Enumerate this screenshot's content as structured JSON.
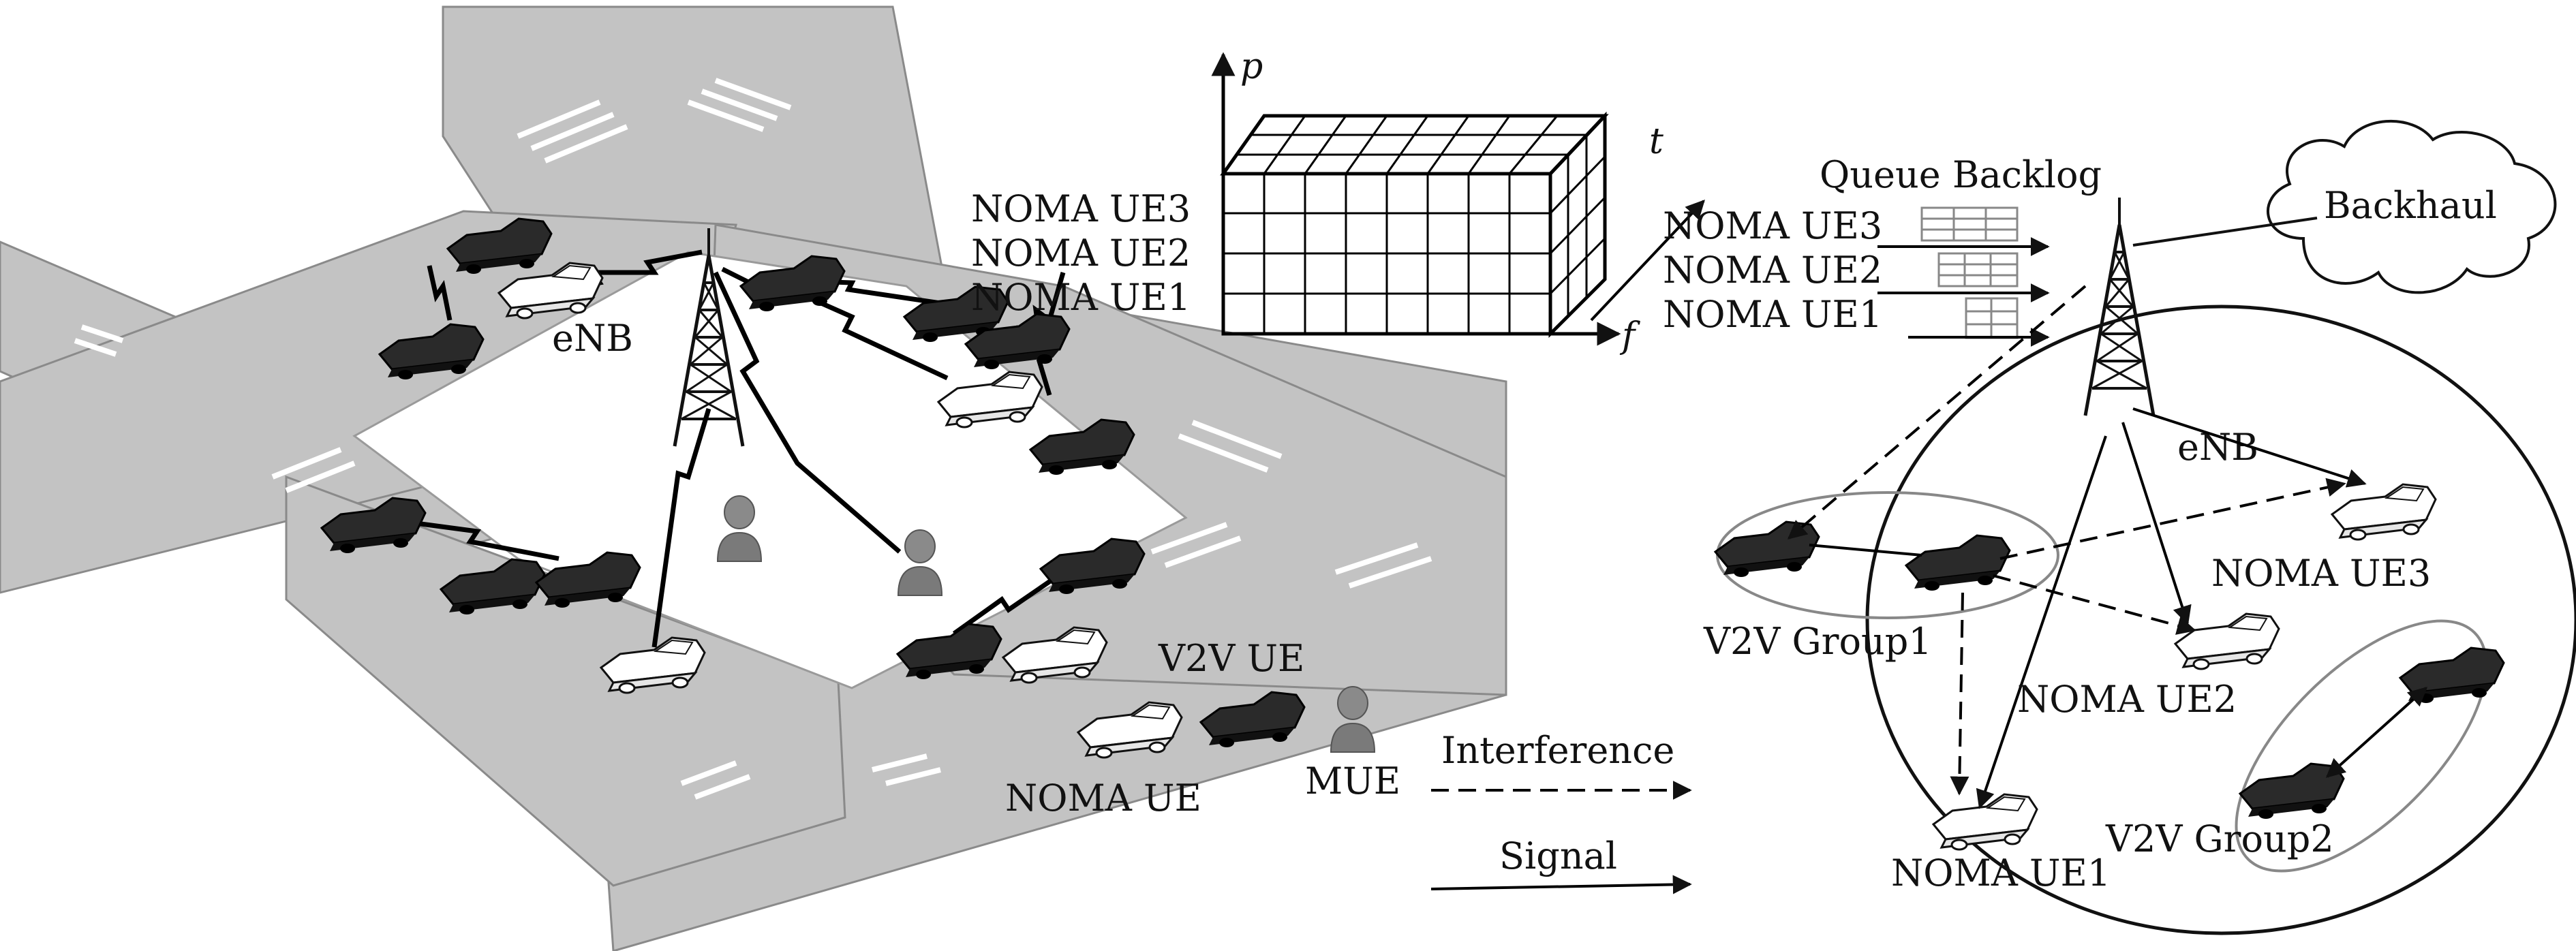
{
  "left_scene": {
    "enb_label": "eNB",
    "legend": {
      "v2v_ue": "V2V UE",
      "noma_ue": "NOMA UE",
      "mue": "MUE"
    }
  },
  "resource_grid": {
    "axis_p": "p",
    "axis_t": "t",
    "axis_f": "f",
    "rows": [
      "NOMA UE3",
      "NOMA UE2",
      "NOMA UE1"
    ]
  },
  "queue": {
    "title": "Queue Backlog",
    "rows": [
      "NOMA UE3",
      "NOMA UE2",
      "NOMA UE1"
    ]
  },
  "right_cell": {
    "backhaul": "Backhaul",
    "enb_label": "eNB",
    "v2v_group1": "V2V Group1",
    "v2v_group2": "V2V Group2",
    "noma_ue1": "NOMA UE1",
    "noma_ue2": "NOMA UE2",
    "noma_ue3": "NOMA UE3"
  },
  "link_legend": {
    "interference": "Interference",
    "signal": "Signal"
  },
  "colors": {
    "road": "#c3c3c3",
    "road_edge": "#8a8a8a",
    "car_dark": "#2a2a2a",
    "car_light": "#ffffff"
  }
}
